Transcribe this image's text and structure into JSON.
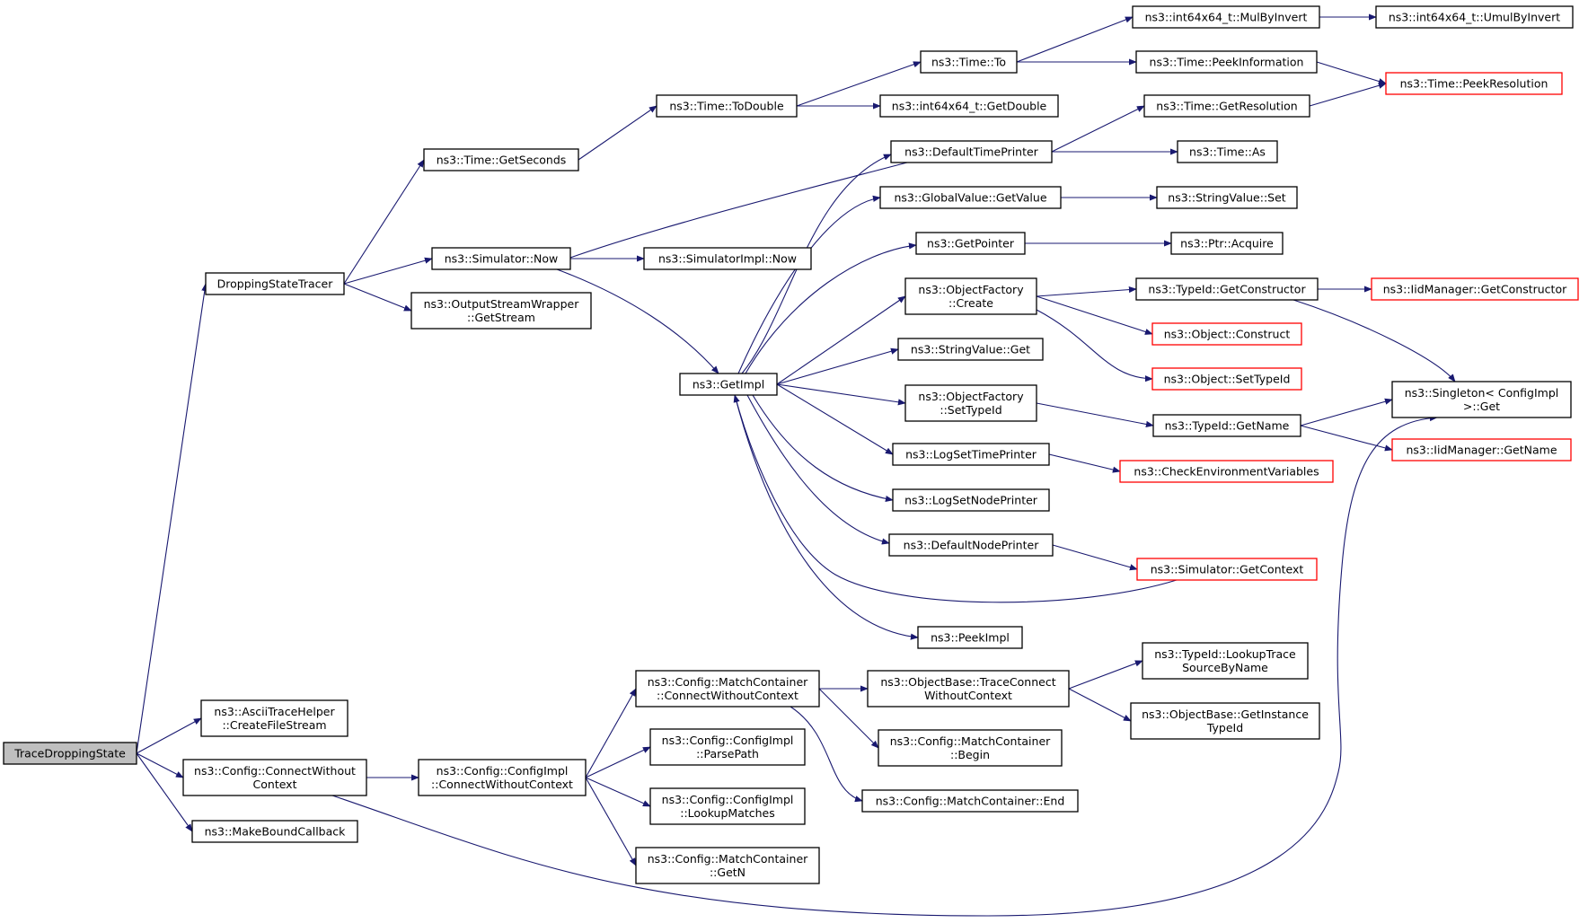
{
  "colors": {
    "edge": "#191970",
    "node_border": "#000000",
    "truncated_border": "#ff0000",
    "root_fill": "#bfbfbf",
    "node_fill": "#ffffff"
  },
  "nodes": [
    {
      "id": "trace_dropping_state",
      "lines": [
        "TraceDroppingState"
      ],
      "root": true
    },
    {
      "id": "dropping_state_tracer",
      "lines": [
        "DroppingStateTracer"
      ]
    },
    {
      "id": "ascii_createfilestream",
      "lines": [
        "ns3::AsciiTraceHelper",
        "::CreateFileStream"
      ]
    },
    {
      "id": "config_connectwithout",
      "lines": [
        "ns3::Config::ConnectWithout",
        "Context"
      ]
    },
    {
      "id": "makeboundcallback",
      "lines": [
        "ns3::MakeBoundCallback"
      ]
    },
    {
      "id": "time_getseconds",
      "lines": [
        "ns3::Time::GetSeconds"
      ]
    },
    {
      "id": "simulator_now",
      "lines": [
        "ns3::Simulator::Now"
      ]
    },
    {
      "id": "outputstream_getstream",
      "lines": [
        "ns3::OutputStreamWrapper",
        "::GetStream"
      ]
    },
    {
      "id": "time_todouble",
      "lines": [
        "ns3::Time::ToDouble"
      ]
    },
    {
      "id": "simulatorimpl_now",
      "lines": [
        "ns3::SimulatorImpl::Now"
      ]
    },
    {
      "id": "getimpl",
      "lines": [
        "ns3::GetImpl"
      ]
    },
    {
      "id": "configimpl_connect",
      "lines": [
        "ns3::Config::ConfigImpl",
        "::ConnectWithoutContext"
      ]
    },
    {
      "id": "time_to",
      "lines": [
        "ns3::Time::To"
      ]
    },
    {
      "id": "int64_getdouble",
      "lines": [
        "ns3::int64x64_t::GetDouble"
      ]
    },
    {
      "id": "defaulttimeprinter",
      "lines": [
        "ns3::DefaultTimePrinter"
      ]
    },
    {
      "id": "globalvalue_getvalue",
      "lines": [
        "ns3::GlobalValue::GetValue"
      ]
    },
    {
      "id": "getpointer",
      "lines": [
        "ns3::GetPointer"
      ]
    },
    {
      "id": "objectfactory_create",
      "lines": [
        "ns3::ObjectFactory",
        "::Create"
      ]
    },
    {
      "id": "stringvalue_get",
      "lines": [
        "ns3::StringValue::Get"
      ]
    },
    {
      "id": "objectfactory_settypeid",
      "lines": [
        "ns3::ObjectFactory",
        "::SetTypeId"
      ]
    },
    {
      "id": "logsettimeprinter",
      "lines": [
        "ns3::LogSetTimePrinter"
      ]
    },
    {
      "id": "logsetnodeprinter",
      "lines": [
        "ns3::LogSetNodePrinter"
      ]
    },
    {
      "id": "defaultnodeprinter",
      "lines": [
        "ns3::DefaultNodePrinter"
      ]
    },
    {
      "id": "peekimpl",
      "lines": [
        "ns3::PeekImpl"
      ]
    },
    {
      "id": "matchcontainer_connect",
      "lines": [
        "ns3::Config::MatchContainer",
        "::ConnectWithoutContext"
      ]
    },
    {
      "id": "configimpl_parsepath",
      "lines": [
        "ns3::Config::ConfigImpl",
        "::ParsePath"
      ]
    },
    {
      "id": "configimpl_lookupmatches",
      "lines": [
        "ns3::Config::ConfigImpl",
        "::LookupMatches"
      ]
    },
    {
      "id": "matchcontainer_getn",
      "lines": [
        "ns3::Config::MatchContainer",
        "::GetN"
      ]
    },
    {
      "id": "int64_mulbyinvert",
      "lines": [
        "ns3::int64x64_t::MulByInvert"
      ]
    },
    {
      "id": "time_peekinformation",
      "lines": [
        "ns3::Time::PeekInformation"
      ]
    },
    {
      "id": "time_getresolution",
      "lines": [
        "ns3::Time::GetResolution"
      ]
    },
    {
      "id": "time_as",
      "lines": [
        "ns3::Time::As"
      ]
    },
    {
      "id": "stringvalue_set",
      "lines": [
        "ns3::StringValue::Set"
      ]
    },
    {
      "id": "ptr_acquire",
      "lines": [
        "ns3::Ptr::Acquire"
      ]
    },
    {
      "id": "typeid_getconstructor",
      "lines": [
        "ns3::TypeId::GetConstructor"
      ]
    },
    {
      "id": "object_construct",
      "lines": [
        "ns3::Object::Construct"
      ],
      "truncated": true
    },
    {
      "id": "object_settypeid",
      "lines": [
        "ns3::Object::SetTypeId"
      ],
      "truncated": true
    },
    {
      "id": "typeid_getname",
      "lines": [
        "ns3::TypeId::GetName"
      ]
    },
    {
      "id": "checkenvvars",
      "lines": [
        "ns3::CheckEnvironmentVariables"
      ],
      "truncated": true
    },
    {
      "id": "simulator_getcontext",
      "lines": [
        "ns3::Simulator::GetContext"
      ],
      "truncated": true
    },
    {
      "id": "objectbase_traceconnect",
      "lines": [
        "ns3::ObjectBase::TraceConnect",
        "WithoutContext"
      ]
    },
    {
      "id": "matchcontainer_begin",
      "lines": [
        "ns3::Config::MatchContainer",
        "::Begin"
      ]
    },
    {
      "id": "matchcontainer_end",
      "lines": [
        "ns3::Config::MatchContainer::End"
      ]
    },
    {
      "id": "int64_umulbyinvert",
      "lines": [
        "ns3::int64x64_t::UmulByInvert"
      ]
    },
    {
      "id": "time_peekresolution",
      "lines": [
        "ns3::Time::PeekResolution"
      ],
      "truncated": true
    },
    {
      "id": "iidmanager_getconstructor",
      "lines": [
        "ns3::IidManager::GetConstructor"
      ],
      "truncated": true
    },
    {
      "id": "singleton_get",
      "lines": [
        "ns3::Singleton< ConfigImpl",
        " >::Get"
      ]
    },
    {
      "id": "iidmanager_getname",
      "lines": [
        "ns3::IidManager::GetName"
      ],
      "truncated": true
    },
    {
      "id": "typeid_lookuptrace",
      "lines": [
        "ns3::TypeId::LookupTrace",
        "SourceByName"
      ]
    },
    {
      "id": "objectbase_getinstance",
      "lines": [
        "ns3::ObjectBase::GetInstance",
        "TypeId"
      ]
    }
  ],
  "edges": [
    [
      "trace_dropping_state",
      "dropping_state_tracer"
    ],
    [
      "trace_dropping_state",
      "ascii_createfilestream"
    ],
    [
      "trace_dropping_state",
      "config_connectwithout"
    ],
    [
      "trace_dropping_state",
      "makeboundcallback"
    ],
    [
      "dropping_state_tracer",
      "time_getseconds"
    ],
    [
      "dropping_state_tracer",
      "simulator_now"
    ],
    [
      "dropping_state_tracer",
      "outputstream_getstream"
    ],
    [
      "time_getseconds",
      "time_todouble"
    ],
    [
      "time_todouble",
      "time_to"
    ],
    [
      "time_todouble",
      "int64_getdouble"
    ],
    [
      "time_to",
      "int64_mulbyinvert"
    ],
    [
      "time_to",
      "time_peekinformation"
    ],
    [
      "int64_mulbyinvert",
      "int64_umulbyinvert"
    ],
    [
      "time_peekinformation",
      "time_peekresolution"
    ],
    [
      "simulator_now",
      "simulatorimpl_now"
    ],
    [
      "simulator_now",
      "getimpl"
    ],
    [
      "defaulttimeprinter",
      "simulator_now"
    ],
    [
      "defaulttimeprinter",
      "time_getresolution"
    ],
    [
      "defaulttimeprinter",
      "time_as"
    ],
    [
      "time_getresolution",
      "time_peekresolution"
    ],
    [
      "getimpl",
      "defaulttimeprinter"
    ],
    [
      "getimpl",
      "globalvalue_getvalue"
    ],
    [
      "getimpl",
      "getpointer"
    ],
    [
      "getimpl",
      "objectfactory_create"
    ],
    [
      "getimpl",
      "stringvalue_get"
    ],
    [
      "getimpl",
      "objectfactory_settypeid"
    ],
    [
      "getimpl",
      "logsettimeprinter"
    ],
    [
      "getimpl",
      "logsetnodeprinter"
    ],
    [
      "getimpl",
      "defaultnodeprinter"
    ],
    [
      "getimpl",
      "peekimpl"
    ],
    [
      "simulator_getcontext",
      "getimpl"
    ],
    [
      "globalvalue_getvalue",
      "stringvalue_set"
    ],
    [
      "getpointer",
      "ptr_acquire"
    ],
    [
      "objectfactory_create",
      "typeid_getconstructor"
    ],
    [
      "objectfactory_create",
      "object_construct"
    ],
    [
      "objectfactory_create",
      "object_settypeid"
    ],
    [
      "typeid_getconstructor",
      "iidmanager_getconstructor"
    ],
    [
      "typeid_getconstructor",
      "singleton_get"
    ],
    [
      "objectfactory_settypeid",
      "typeid_getname"
    ],
    [
      "typeid_getname",
      "singleton_get"
    ],
    [
      "typeid_getname",
      "iidmanager_getname"
    ],
    [
      "logsettimeprinter",
      "checkenvvars"
    ],
    [
      "defaultnodeprinter",
      "simulator_getcontext"
    ],
    [
      "config_connectwithout",
      "configimpl_connect"
    ],
    [
      "config_connectwithout",
      "singleton_get"
    ],
    [
      "configimpl_connect",
      "matchcontainer_connect"
    ],
    [
      "configimpl_connect",
      "configimpl_parsepath"
    ],
    [
      "configimpl_connect",
      "configimpl_lookupmatches"
    ],
    [
      "configimpl_connect",
      "matchcontainer_getn"
    ],
    [
      "matchcontainer_connect",
      "objectbase_traceconnect"
    ],
    [
      "matchcontainer_connect",
      "matchcontainer_begin"
    ],
    [
      "matchcontainer_connect",
      "matchcontainer_end"
    ],
    [
      "objectbase_traceconnect",
      "typeid_lookuptrace"
    ],
    [
      "objectbase_traceconnect",
      "objectbase_getinstance"
    ]
  ]
}
